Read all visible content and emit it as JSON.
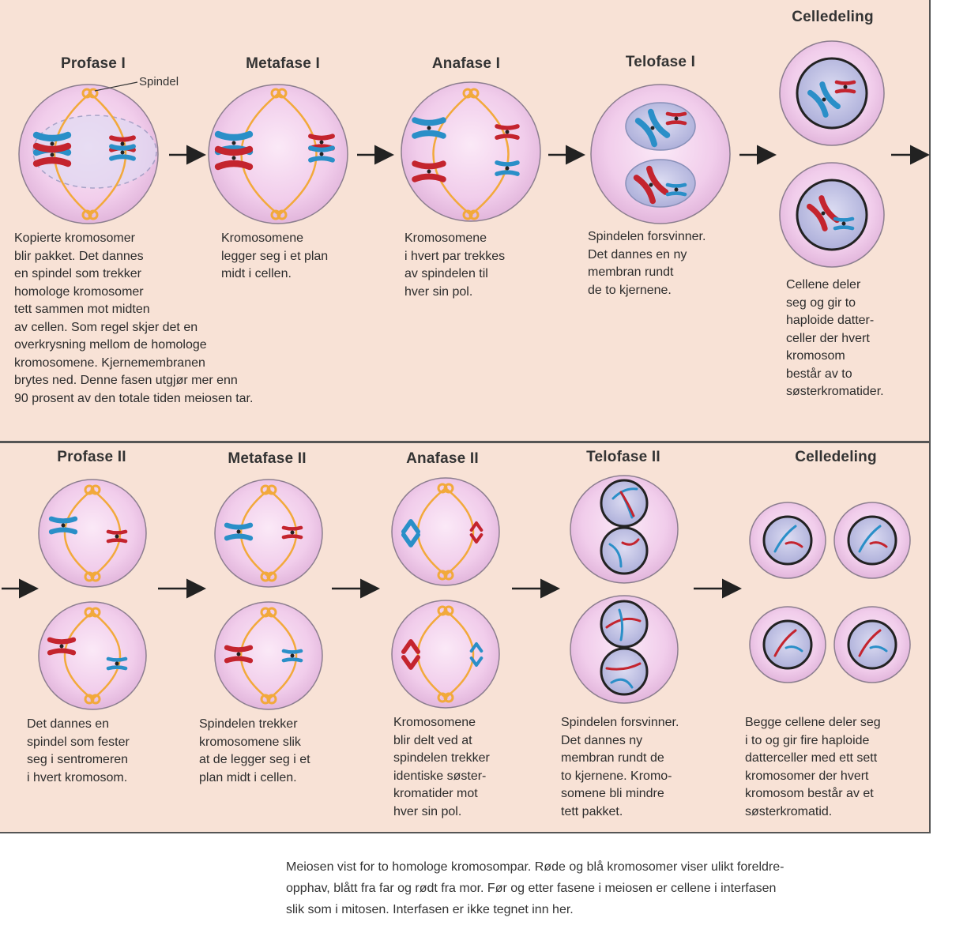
{
  "top_row": {
    "stages": [
      {
        "title": "Profase I",
        "desc_lines": [
          "Kopierte kromosomer",
          "blir pakket. Det dannes",
          "en spindel som trekker",
          "homologe kromosomer",
          "tett sammen mot midten",
          "av cellen. Som regel skjer det en",
          "overkrysning mellom de homologe",
          "kromosomene. Kjernemembranen",
          "brytes ned. Denne fasen utgjør mer enn",
          "90 prosent av den totale tiden meiosen tar."
        ]
      },
      {
        "title": "Metafase I",
        "desc_lines": [
          "Kromosomene",
          "legger seg i et plan",
          "midt i cellen."
        ]
      },
      {
        "title": "Anafase I",
        "desc_lines": [
          "Kromosomene",
          "i hvert par trekkes",
          "av spindelen til",
          "hver sin pol."
        ]
      },
      {
        "title": "Telofase I",
        "desc_lines": [
          "Spindelen forsvinner.",
          "Det dannes en ny",
          "membran rundt",
          "de to kjernene."
        ]
      },
      {
        "title": "Celledeling",
        "desc_lines": [
          "Cellene deler",
          "seg og gir to",
          "haploide datter-",
          "celler der hvert",
          "kromosom",
          "består av to",
          "søsterkromatider."
        ]
      }
    ],
    "spindle_label": "Spindel"
  },
  "bottom_row": {
    "stages": [
      {
        "title": "Profase II",
        "desc_lines": [
          "Det dannes en",
          "spindel som fester",
          "seg i sentromeren",
          "i hvert kromosom."
        ]
      },
      {
        "title": "Metafase II",
        "desc_lines": [
          "Spindelen trekker",
          "kromosomene slik",
          "at de legger seg i et",
          "plan midt i cellen."
        ]
      },
      {
        "title": "Anafase II",
        "desc_lines": [
          "Kromosomene",
          "blir delt ved at",
          "spindelen trekker",
          "identiske søster-",
          "kromatider mot",
          "hver sin pol."
        ]
      },
      {
        "title": "Telofase II",
        "desc_lines": [
          "Spindelen forsvinner.",
          "Det dannes ny",
          "membran rundt de",
          "to kjernene. Kromo-",
          "somene bli mindre",
          "tett pakket."
        ]
      },
      {
        "title": "Celledeling",
        "desc_lines": [
          "Begge cellene deler seg",
          "i to og gir fire haploide",
          "datterceller med ett sett",
          "kromosomer der hvert",
          "kromosom består av et",
          "søsterkromatid."
        ]
      }
    ]
  },
  "caption_lines": [
    "Meiosen vist for to homologe kromosompar. Røde og blå kromosomer viser ulikt foreldre-",
    "opphav, blått fra far og rødt fra mor. Før og etter fasene i meiosen er cellene i interfasen",
    "slik som i mitosen. Interfasen er ikke tegnet inn her."
  ],
  "colors": {
    "background_panel": "#f8e2d6",
    "cell_fill": "#f3d3ee",
    "cell_stroke": "#8c7e8f",
    "nucleus_fill": "#c8c8e8",
    "spindle": "#f2a93b",
    "paternal_blue": "#2a8fc8",
    "maternal_red": "#c4242e",
    "arrow": "#222222"
  }
}
